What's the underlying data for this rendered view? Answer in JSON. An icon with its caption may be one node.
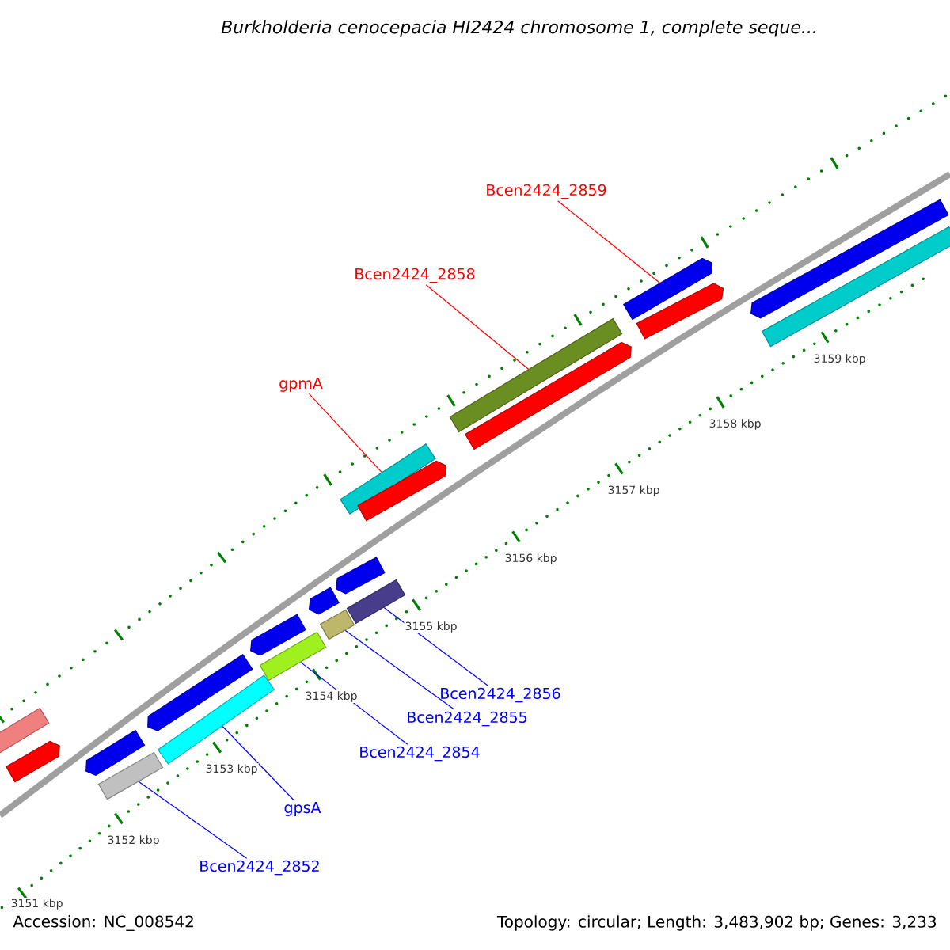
{
  "diagram": {
    "title": "Burkholderia cenocepacia HI2424 chromosome 1, complete seque...",
    "nodes": [
      {
        "text": [
          "Bcen2424_2859"
        ]
      },
      {
        "text": [
          "Bcen2424_2858"
        ]
      },
      {
        "text": [
          "gpmA"
        ]
      },
      {
        "text": [
          "Bcen2424_2856"
        ]
      },
      {
        "text": [
          "Bcen2424_2855"
        ]
      },
      {
        "text": [
          "Bcen2424_2854"
        ]
      },
      {
        "text": [
          "gpsA"
        ]
      },
      {
        "text": [
          "Bcen2424_2852"
        ]
      },
      {
        "text": [],
        "shape": "bar"
      },
      {
        "text": [],
        "shape": "bar"
      },
      {
        "text": [],
        "shape": "bar"
      },
      {
        "text": [],
        "shape": "bar"
      },
      {
        "text": [],
        "shape": "bar"
      },
      {
        "text": [],
        "shape": "bar"
      },
      {
        "text": [],
        "shape": "bar"
      },
      {
        "text": [],
        "shape": "bar"
      },
      {
        "text": [],
        "shape": "bar"
      },
      {
        "text": [],
        "shape": "bar"
      },
      {
        "text": [],
        "shape": "bar"
      },
      {
        "text": [],
        "shape": "bar"
      },
      {
        "text": [],
        "shape": "bar"
      },
      {
        "text": [],
        "shape": "bar"
      },
      {
        "text": [],
        "shape": "bar"
      },
      {
        "text": [],
        "shape": "bar"
      },
      {
        "text": [],
        "shape": "bar"
      },
      {
        "text": [],
        "shape": "bar"
      },
      {
        "text": [],
        "shape": "bar"
      },
      {
        "text": [],
        "shape": "bar"
      }
    ],
    "edges": [
      {
        "from": 0,
        "to": 8,
        "arrow": "none",
        "color": "#ff0000"
      },
      {
        "from": 1,
        "to": 9,
        "arrow": "none",
        "color": "#ff0000"
      },
      {
        "from": 2,
        "to": 10,
        "arrow": "none",
        "color": "#ff0000"
      },
      {
        "from": 3,
        "to": 11,
        "arrow": "none"
      },
      {
        "from": 4,
        "to": 12,
        "arrow": "none"
      },
      {
        "from": 5,
        "to": 13,
        "arrow": "none"
      },
      {
        "from": 6,
        "to": 14,
        "arrow": "none"
      },
      {
        "from": 7,
        "to": 15,
        "arrow": "none"
      }
    ],
    "labels": [
      "3159 kbp",
      "3158 kbp",
      "3157 kbp",
      "3156 kbp",
      "3155 kbp",
      "3154 kbp",
      "3153 kbp",
      "3152 kbp",
      "3151 kbp",
      "Accession: NC_008542",
      "Topology: circular; Length: 3,483,902 bp; Genes: 3,233"
    ]
  }
}
